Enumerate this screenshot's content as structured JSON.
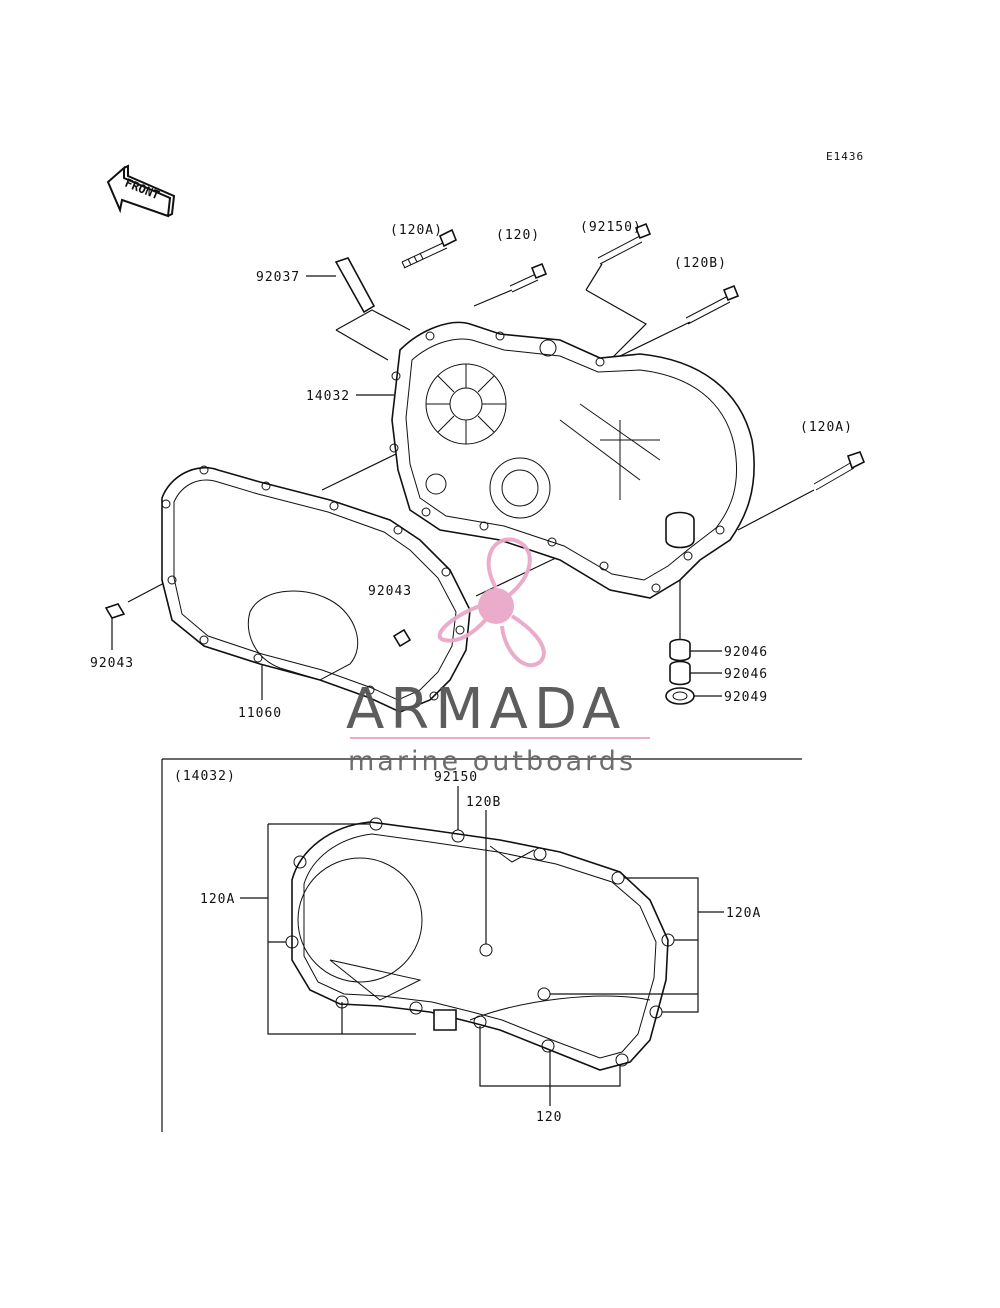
{
  "diagram_code": "E1436",
  "front_label": "FRONT",
  "callouts": {
    "c92037": "92037",
    "c120A_top": "(120A)",
    "c120_top": "(120)",
    "c92150_top": "(92150)",
    "c120B_top": "(120B)",
    "c14032": "14032",
    "c120A_right": "(120A)",
    "c92043_mid": "92043",
    "c92043_left": "92043",
    "c11060": "11060",
    "c92046_a": "92046",
    "c92046_b": "92046",
    "c92049": "92049"
  },
  "detail": {
    "header": "(14032)",
    "c92150": "92150",
    "c120B": "120B",
    "c120A_left": "120A",
    "c120A_right": "120A",
    "c120_bottom": "120"
  },
  "watermark": {
    "brand": "ARMADA",
    "tagline": "marine outboards",
    "accent_color": "#e9a8c8"
  }
}
